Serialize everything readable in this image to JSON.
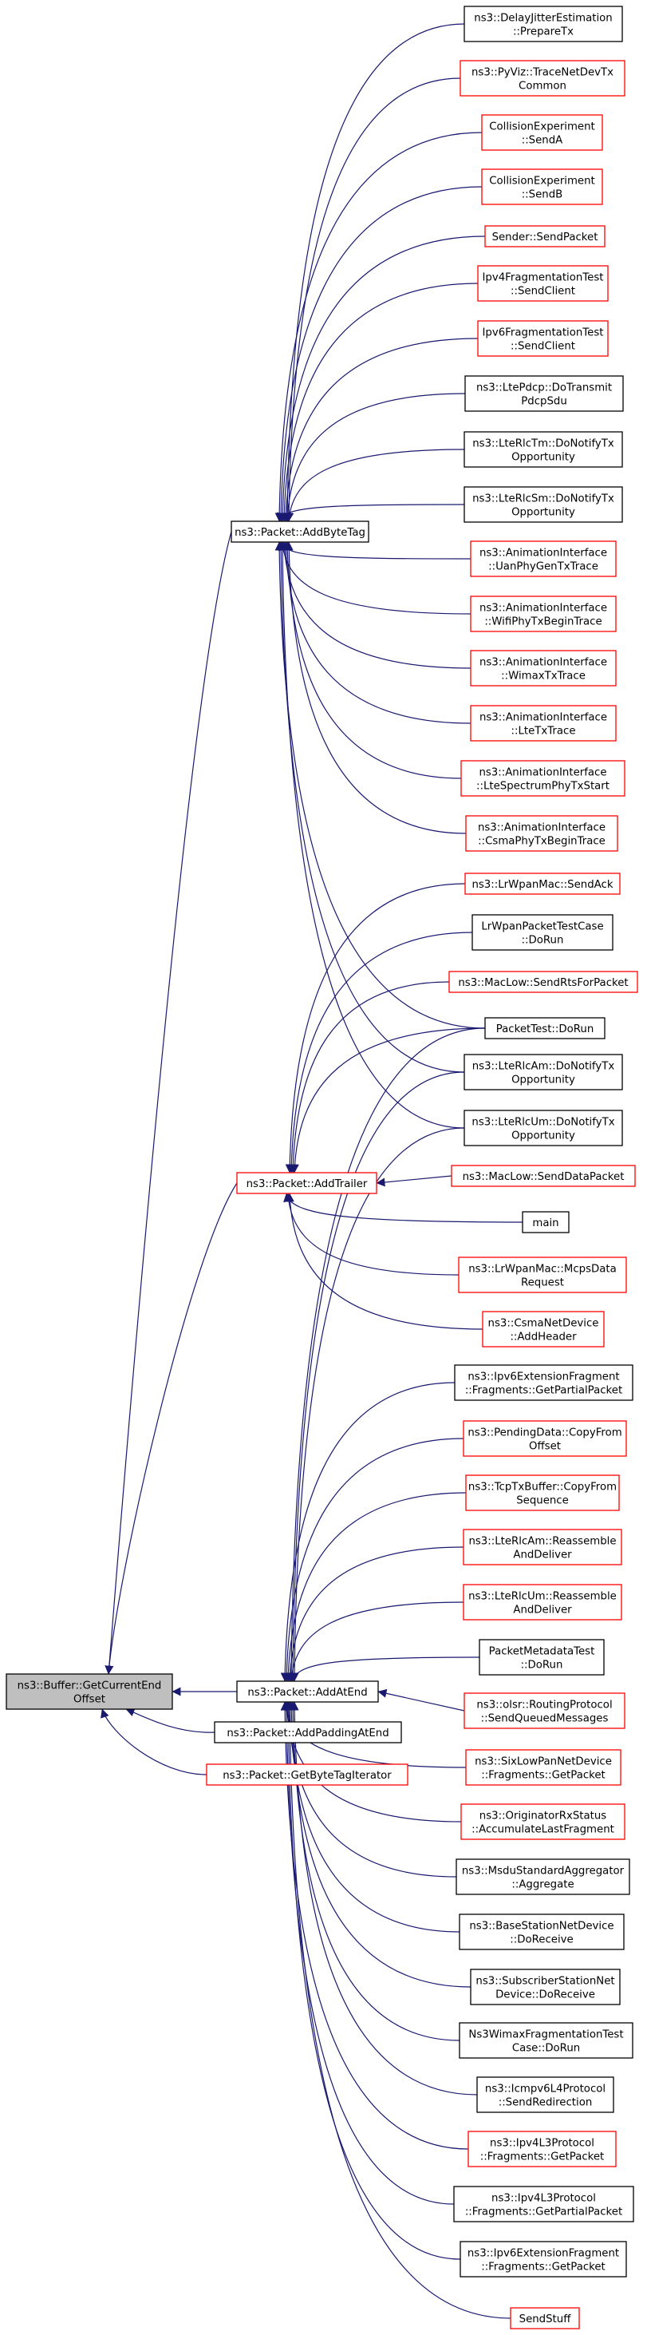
{
  "colors": {
    "edge": "#191970",
    "root_fill": "#bfbfbf",
    "black_border": "#000000",
    "red_border": "#ff0000"
  },
  "root": {
    "id": "root",
    "lines": [
      "ns3::Buffer::GetCurrentEnd",
      "Offset"
    ],
    "style": "root"
  },
  "level1": [
    {
      "id": "addByteTag",
      "lines": [
        "ns3::Packet::AddByteTag"
      ],
      "style": "black"
    },
    {
      "id": "addTrailer",
      "lines": [
        "ns3::Packet::AddTrailer"
      ],
      "style": "red"
    },
    {
      "id": "addAtEnd",
      "lines": [
        "ns3::Packet::AddAtEnd"
      ],
      "style": "black"
    },
    {
      "id": "addPaddingAtEnd",
      "lines": [
        "ns3::Packet::AddPaddingAtEnd"
      ],
      "style": "black"
    },
    {
      "id": "getByteTagIterator",
      "lines": [
        "ns3::Packet::GetByteTagIterator"
      ],
      "style": "red"
    }
  ],
  "callers": [
    {
      "id": "c01",
      "lines": [
        "ns3::DelayJitterEstimation",
        "::PrepareTx"
      ],
      "style": "black"
    },
    {
      "id": "c02",
      "lines": [
        "ns3::PyViz::TraceNetDevTx",
        "Common"
      ],
      "style": "red"
    },
    {
      "id": "c03",
      "lines": [
        "CollisionExperiment",
        "::SendA"
      ],
      "style": "red"
    },
    {
      "id": "c04",
      "lines": [
        "CollisionExperiment",
        "::SendB"
      ],
      "style": "red"
    },
    {
      "id": "c05",
      "lines": [
        "Sender::SendPacket"
      ],
      "style": "red"
    },
    {
      "id": "c06",
      "lines": [
        "Ipv4FragmentationTest",
        "::SendClient"
      ],
      "style": "red"
    },
    {
      "id": "c07",
      "lines": [
        "Ipv6FragmentationTest",
        "::SendClient"
      ],
      "style": "red"
    },
    {
      "id": "c08",
      "lines": [
        "ns3::LtePdcp::DoTransmit",
        "PdcpSdu"
      ],
      "style": "black"
    },
    {
      "id": "c09",
      "lines": [
        "ns3::LteRlcTm::DoNotifyTx",
        "Opportunity"
      ],
      "style": "black"
    },
    {
      "id": "c10",
      "lines": [
        "ns3::LteRlcSm::DoNotifyTx",
        "Opportunity"
      ],
      "style": "black"
    },
    {
      "id": "c11",
      "lines": [
        "ns3::AnimationInterface",
        "::UanPhyGenTxTrace"
      ],
      "style": "red"
    },
    {
      "id": "c12",
      "lines": [
        "ns3::AnimationInterface",
        "::WifiPhyTxBeginTrace"
      ],
      "style": "red"
    },
    {
      "id": "c13",
      "lines": [
        "ns3::AnimationInterface",
        "::WimaxTxTrace"
      ],
      "style": "red"
    },
    {
      "id": "c14",
      "lines": [
        "ns3::AnimationInterface",
        "::LteTxTrace"
      ],
      "style": "red"
    },
    {
      "id": "c15",
      "lines": [
        "ns3::AnimationInterface",
        "::LteSpectrumPhyTxStart"
      ],
      "style": "red"
    },
    {
      "id": "c16",
      "lines": [
        "ns3::AnimationInterface",
        "::CsmaPhyTxBeginTrace"
      ],
      "style": "red"
    },
    {
      "id": "c17",
      "lines": [
        "ns3::LrWpanMac::SendAck"
      ],
      "style": "red"
    },
    {
      "id": "c18",
      "lines": [
        "LrWpanPacketTestCase",
        "::DoRun"
      ],
      "style": "black"
    },
    {
      "id": "c19",
      "lines": [
        "ns3::MacLow::SendRtsForPacket"
      ],
      "style": "red"
    },
    {
      "id": "c20",
      "lines": [
        "PacketTest::DoRun"
      ],
      "style": "black"
    },
    {
      "id": "c21",
      "lines": [
        "ns3::LteRlcAm::DoNotifyTx",
        "Opportunity"
      ],
      "style": "black"
    },
    {
      "id": "c22",
      "lines": [
        "ns3::LteRlcUm::DoNotifyTx",
        "Opportunity"
      ],
      "style": "black"
    },
    {
      "id": "c23",
      "lines": [
        "ns3::MacLow::SendDataPacket"
      ],
      "style": "red"
    },
    {
      "id": "c24",
      "lines": [
        "main"
      ],
      "style": "black"
    },
    {
      "id": "c25",
      "lines": [
        "ns3::LrWpanMac::McpsData",
        "Request"
      ],
      "style": "red"
    },
    {
      "id": "c26",
      "lines": [
        "ns3::CsmaNetDevice",
        "::AddHeader"
      ],
      "style": "red"
    },
    {
      "id": "c27",
      "lines": [
        "ns3::Ipv6ExtensionFragment",
        "::Fragments::GetPartialPacket"
      ],
      "style": "black"
    },
    {
      "id": "c28",
      "lines": [
        "ns3::PendingData::CopyFrom",
        "Offset"
      ],
      "style": "red"
    },
    {
      "id": "c29",
      "lines": [
        "ns3::TcpTxBuffer::CopyFrom",
        "Sequence"
      ],
      "style": "red"
    },
    {
      "id": "c30",
      "lines": [
        "ns3::LteRlcAm::Reassemble",
        "AndDeliver"
      ],
      "style": "red"
    },
    {
      "id": "c31",
      "lines": [
        "ns3::LteRlcUm::Reassemble",
        "AndDeliver"
      ],
      "style": "red"
    },
    {
      "id": "c32",
      "lines": [
        "PacketMetadataTest",
        "::DoRun"
      ],
      "style": "black"
    },
    {
      "id": "c33",
      "lines": [
        "ns3::olsr::RoutingProtocol",
        "::SendQueuedMessages"
      ],
      "style": "red"
    },
    {
      "id": "c34",
      "lines": [
        "ns3::SixLowPanNetDevice",
        "::Fragments::GetPacket"
      ],
      "style": "red"
    },
    {
      "id": "c35",
      "lines": [
        "ns3::OriginatorRxStatus",
        "::AccumulateLastFragment"
      ],
      "style": "red"
    },
    {
      "id": "c36",
      "lines": [
        "ns3::MsduStandardAggregator",
        "::Aggregate"
      ],
      "style": "black"
    },
    {
      "id": "c37",
      "lines": [
        "ns3::BaseStationNetDevice",
        "::DoReceive"
      ],
      "style": "black"
    },
    {
      "id": "c38",
      "lines": [
        "ns3::SubscriberStationNet",
        "Device::DoReceive"
      ],
      "style": "black"
    },
    {
      "id": "c39",
      "lines": [
        "Ns3WimaxFragmentationTest",
        "Case::DoRun"
      ],
      "style": "black"
    },
    {
      "id": "c40",
      "lines": [
        "ns3::Icmpv6L4Protocol",
        "::SendRedirection"
      ],
      "style": "black"
    },
    {
      "id": "c41",
      "lines": [
        "ns3::Ipv4L3Protocol",
        "::Fragments::GetPacket"
      ],
      "style": "red"
    },
    {
      "id": "c42",
      "lines": [
        "ns3::Ipv4L3Protocol",
        "::Fragments::GetPartialPacket"
      ],
      "style": "black"
    },
    {
      "id": "c43",
      "lines": [
        "ns3::Ipv6ExtensionFragment",
        "::Fragments::GetPacket"
      ],
      "style": "black"
    },
    {
      "id": "c44",
      "lines": [
        "SendStuff"
      ],
      "style": "red"
    }
  ],
  "edges": [
    [
      "addByteTag",
      "root"
    ],
    [
      "addTrailer",
      "root"
    ],
    [
      "addAtEnd",
      "root"
    ],
    [
      "addPaddingAtEnd",
      "root"
    ],
    [
      "getByteTagIterator",
      "root"
    ],
    [
      "c01",
      "addByteTag"
    ],
    [
      "c02",
      "addByteTag"
    ],
    [
      "c03",
      "addByteTag"
    ],
    [
      "c04",
      "addByteTag"
    ],
    [
      "c05",
      "addByteTag"
    ],
    [
      "c06",
      "addByteTag"
    ],
    [
      "c07",
      "addByteTag"
    ],
    [
      "c08",
      "addByteTag"
    ],
    [
      "c09",
      "addByteTag"
    ],
    [
      "c10",
      "addByteTag"
    ],
    [
      "c11",
      "addByteTag"
    ],
    [
      "c12",
      "addByteTag"
    ],
    [
      "c13",
      "addByteTag"
    ],
    [
      "c14",
      "addByteTag"
    ],
    [
      "c15",
      "addByteTag"
    ],
    [
      "c16",
      "addByteTag"
    ],
    [
      "c20",
      "addByteTag"
    ],
    [
      "c21",
      "addByteTag"
    ],
    [
      "c22",
      "addByteTag"
    ],
    [
      "c17",
      "addTrailer"
    ],
    [
      "c18",
      "addTrailer"
    ],
    [
      "c19",
      "addTrailer"
    ],
    [
      "c20",
      "addTrailer"
    ],
    [
      "c23",
      "addTrailer"
    ],
    [
      "c24",
      "addTrailer"
    ],
    [
      "c25",
      "addTrailer"
    ],
    [
      "c26",
      "addTrailer"
    ],
    [
      "c20",
      "addAtEnd"
    ],
    [
      "c21",
      "addAtEnd"
    ],
    [
      "c22",
      "addAtEnd"
    ],
    [
      "c27",
      "addAtEnd"
    ],
    [
      "c28",
      "addAtEnd"
    ],
    [
      "c29",
      "addAtEnd"
    ],
    [
      "c30",
      "addAtEnd"
    ],
    [
      "c31",
      "addAtEnd"
    ],
    [
      "c32",
      "addAtEnd"
    ],
    [
      "c33",
      "addAtEnd"
    ],
    [
      "c34",
      "addAtEnd"
    ],
    [
      "c35",
      "addAtEnd"
    ],
    [
      "c36",
      "addAtEnd"
    ],
    [
      "c37",
      "addAtEnd"
    ],
    [
      "c38",
      "addAtEnd"
    ],
    [
      "c39",
      "addAtEnd"
    ],
    [
      "c40",
      "addAtEnd"
    ],
    [
      "c41",
      "addAtEnd"
    ],
    [
      "c42",
      "addAtEnd"
    ],
    [
      "c43",
      "addAtEnd"
    ],
    [
      "c44",
      "addAtEnd"
    ]
  ]
}
